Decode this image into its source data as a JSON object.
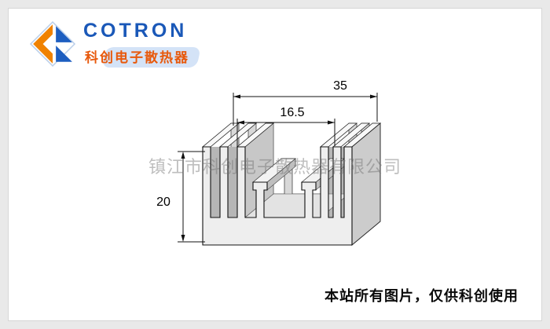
{
  "logo": {
    "name": "COTRON",
    "subtitle": "科创电子散热器",
    "colors": {
      "blue": "#1a58b8",
      "orange": "#f08200"
    }
  },
  "drawing": {
    "type": "heatsink-extrusion-profile",
    "dimensions": {
      "overall_width": "35",
      "inner_width": "16.5",
      "height": "20"
    }
  },
  "watermark": {
    "text": "镇江市科创电子散热器有限公司"
  },
  "footer": {
    "text": "本站所有图片，仅供科创使用"
  }
}
